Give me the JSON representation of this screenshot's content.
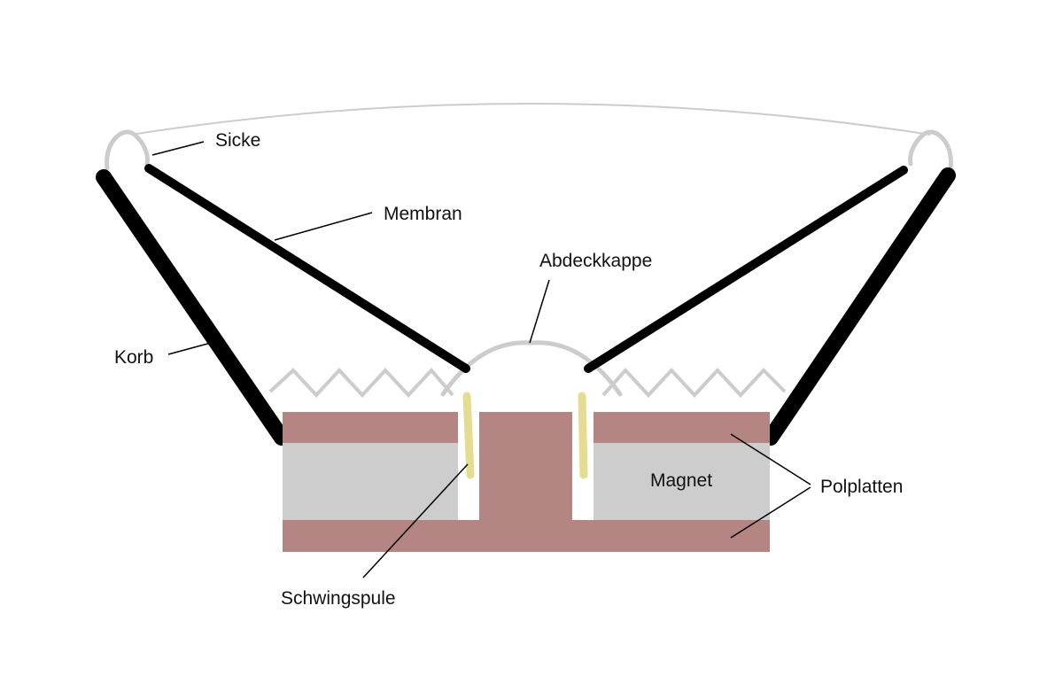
{
  "diagram": {
    "colors": {
      "pole_plate": "#b58583",
      "magnet": "#cdcdcd",
      "cone_and_basket": "#000000",
      "surround_and_dustcap": "#cccccc",
      "voice_coil": "#e3dc91",
      "leader_line": "#000000",
      "background": "#ffffff"
    },
    "labels": {
      "sicke": "Sicke",
      "membran": "Membran",
      "abdeckkappe": "Abdeckkappe",
      "korb": "Korb",
      "magnet": "Magnet",
      "polplatten": "Polplatten",
      "schwingspule": "Schwingspule"
    }
  }
}
